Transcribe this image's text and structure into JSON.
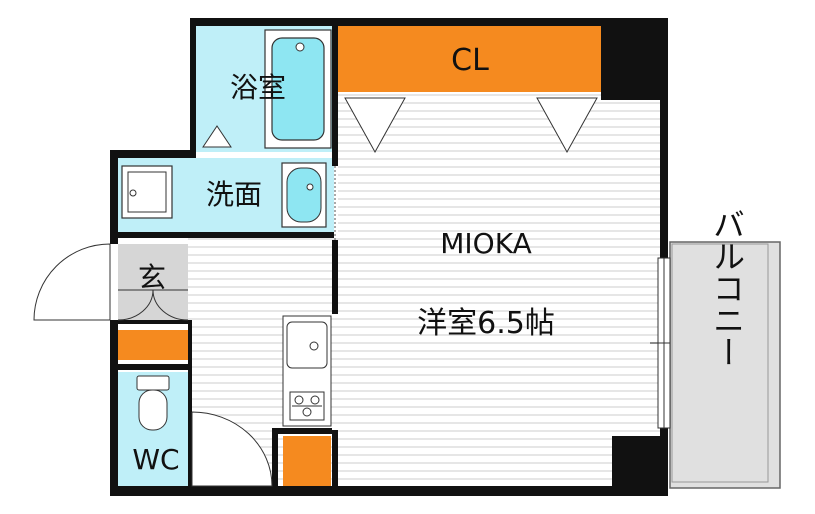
{
  "rooms": {
    "bath": "浴室",
    "closet": "CL",
    "washroom": "洗面",
    "entrance": "玄",
    "toilet": "WC",
    "main_name": "MIOKA",
    "main_room": "洋室6.5帖",
    "balcony": "バルコニー"
  },
  "colors": {
    "wall": "#111111",
    "wet_area": "#bfeff8",
    "fixture": "#8ee6f2",
    "storage": "#f58a1f",
    "floor_stripe": "#e4e4e4",
    "entrance_floor": "#d6d6d6",
    "balcony": "#e0e0e0"
  }
}
